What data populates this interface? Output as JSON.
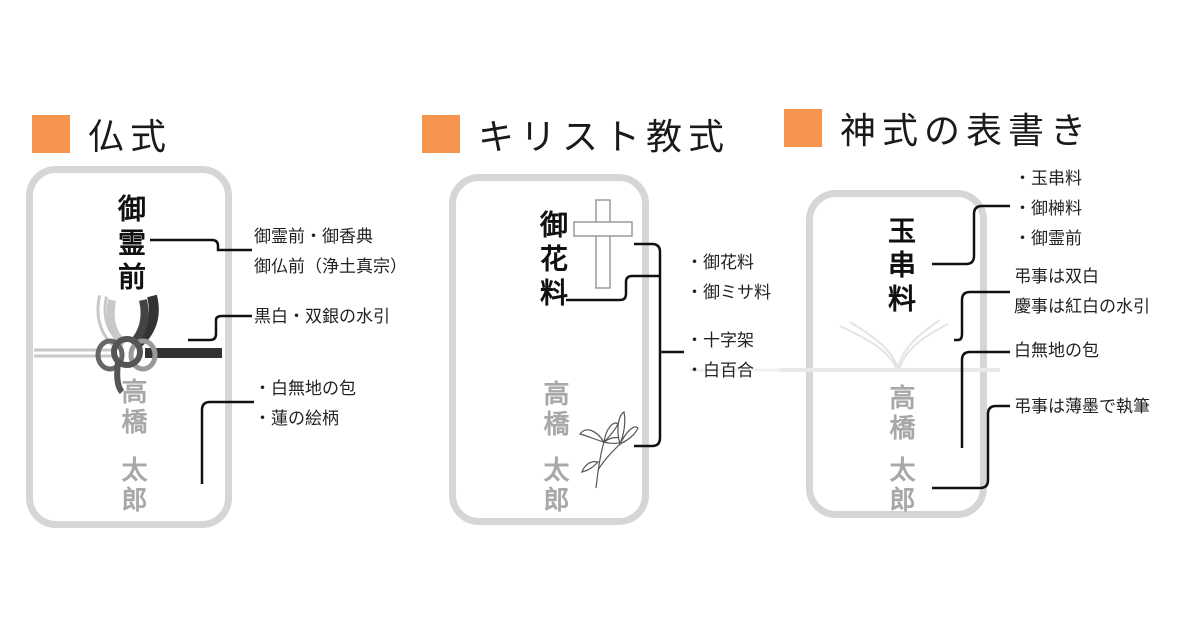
{
  "colors": {
    "accent": "#f7954f",
    "frame": "#d6d6d6",
    "gray_text": "#a8a8a8"
  },
  "sections": {
    "buddhist": {
      "title": "仏式",
      "envelope": {
        "top": "御霊前",
        "given": "高橋",
        "family": "太郎"
      },
      "notes": {
        "title_notes": [
          "御霊前・御香典",
          "御仏前（浄土真宗）"
        ],
        "mizuhiki": "黒白・双銀の水引",
        "wrap": [
          "・白無地の包",
          "・蓮の絵柄"
        ]
      }
    },
    "christian": {
      "title": "キリスト教式",
      "envelope": {
        "top": "御花料",
        "given": "高橋",
        "family": "太郎"
      },
      "notes": {
        "titles": [
          "・御花料",
          "・御ミサ料"
        ],
        "symbols": [
          "・十字架",
          "・白百合"
        ]
      }
    },
    "shinto": {
      "title": "神式の表書き",
      "envelope": {
        "top": "玉串料",
        "given": "高橋",
        "family": "太郎"
      },
      "notes": {
        "titles": [
          "・玉串料",
          "・御榊料",
          "・御霊前"
        ],
        "mizuhiki": [
          "弔事は双白",
          "慶事は紅白の水引"
        ],
        "wrap": "白無地の包",
        "ink": "弔事は薄墨で執筆"
      }
    }
  }
}
